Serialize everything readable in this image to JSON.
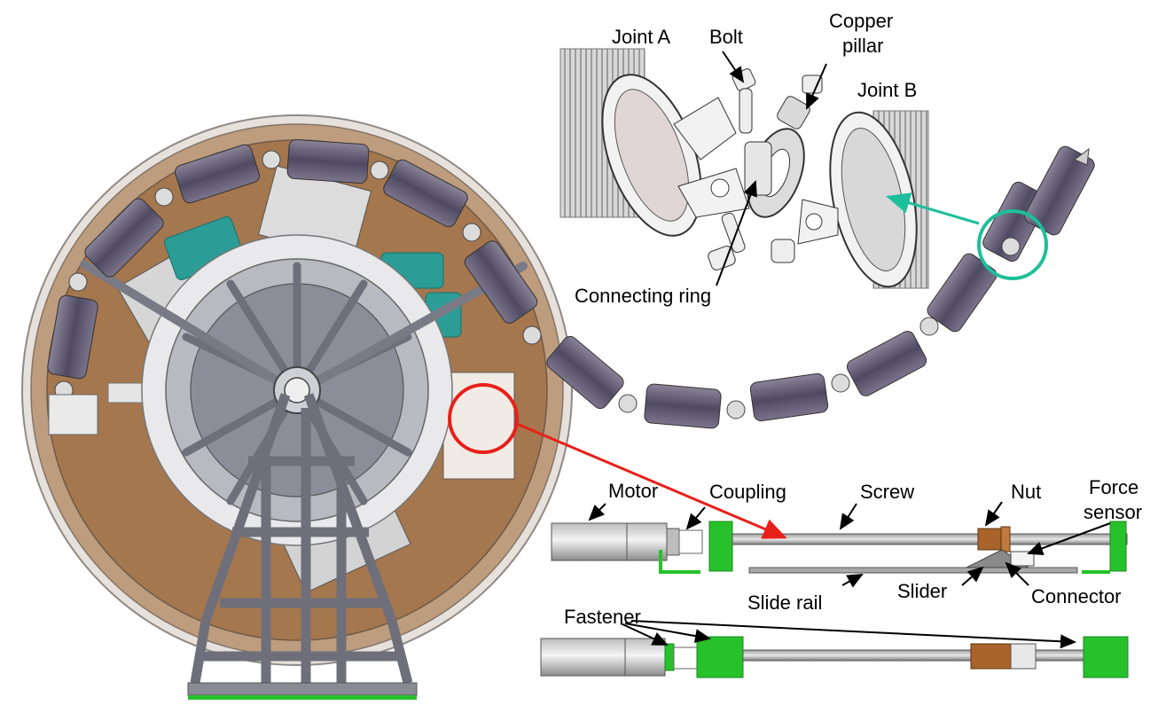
{
  "labels": {
    "joint_a": "Joint A",
    "bolt": "Bolt",
    "copper_pillar_1": "Copper",
    "copper_pillar_2": "pillar",
    "joint_b": "Joint B",
    "connecting_ring": "Connecting ring",
    "motor": "Motor",
    "coupling": "Coupling",
    "screw": "Screw",
    "nut": "Nut",
    "force_sensor_1": "Force",
    "force_sensor_2": "sensor",
    "slide_rail": "Slide rail",
    "slider": "Slider",
    "connector": "Connector",
    "fastener": "Fastener"
  },
  "colors": {
    "drum_brown": "#a4774f",
    "drum_rim": "#cfc6bf",
    "frame_gray": "#7a7a86",
    "module_purple": "#5e5873",
    "callout_green": "#1dbf9a",
    "callout_red": "#e8201a",
    "fastener_green": "#27c22b",
    "nut_bronze": "#a8642a",
    "panel_teal": "#2b9c96"
  },
  "icons": {
    "drum": "rotating-drum-icon",
    "joint": "universal-joint-icon",
    "actuator": "lead-screw-actuator-icon"
  }
}
